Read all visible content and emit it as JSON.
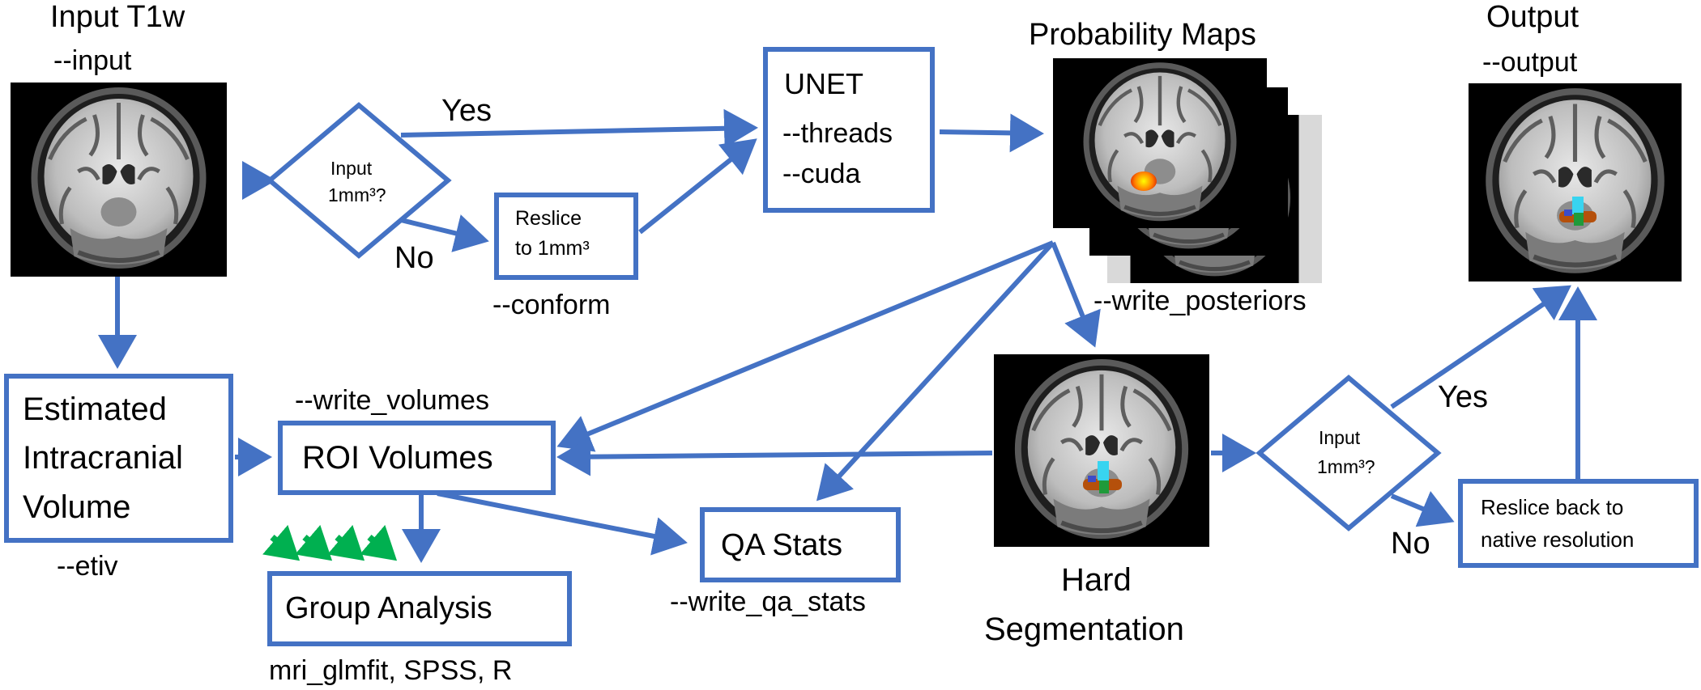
{
  "colors": {
    "arrow": "#4472C4",
    "box_border": "#4472C4",
    "highlight_arrow": "#00B050"
  },
  "input": {
    "title": "Input T1w",
    "flag": "--input"
  },
  "decision1": {
    "line1": "Input",
    "line2": "1mm³?",
    "yes": "Yes",
    "no": "No"
  },
  "reslice1": {
    "line1": "Reslice",
    "line2": "to 1mm³",
    "flag": "--conform"
  },
  "unet": {
    "title": "UNET",
    "flag1": "--threads",
    "flag2": "--cuda"
  },
  "probability": {
    "title": "Probability Maps",
    "flag": "--write_posteriors"
  },
  "output": {
    "title": "Output",
    "flag": "--output"
  },
  "etiv": {
    "line1": "Estimated",
    "line2": "Intracranial",
    "line3": "Volume",
    "flag": "--etiv"
  },
  "roi": {
    "title": "ROI Volumes",
    "flag": "--write_volumes"
  },
  "hard_seg": {
    "line1": "Hard",
    "line2": "Segmentation"
  },
  "decision2": {
    "line1": "Input",
    "line2": "1mm³?",
    "yes": "Yes",
    "no": "No"
  },
  "reslice2": {
    "line1": "Reslice back to",
    "line2": "native resolution"
  },
  "qa": {
    "title": "QA Stats",
    "flag": "--write_qa_stats"
  },
  "group": {
    "title": "Group Analysis",
    "tools": "mri_glmfit, SPSS, R"
  },
  "icons": [
    "brain-mri-icon",
    "arrow-icon",
    "decision-diamond-icon"
  ]
}
